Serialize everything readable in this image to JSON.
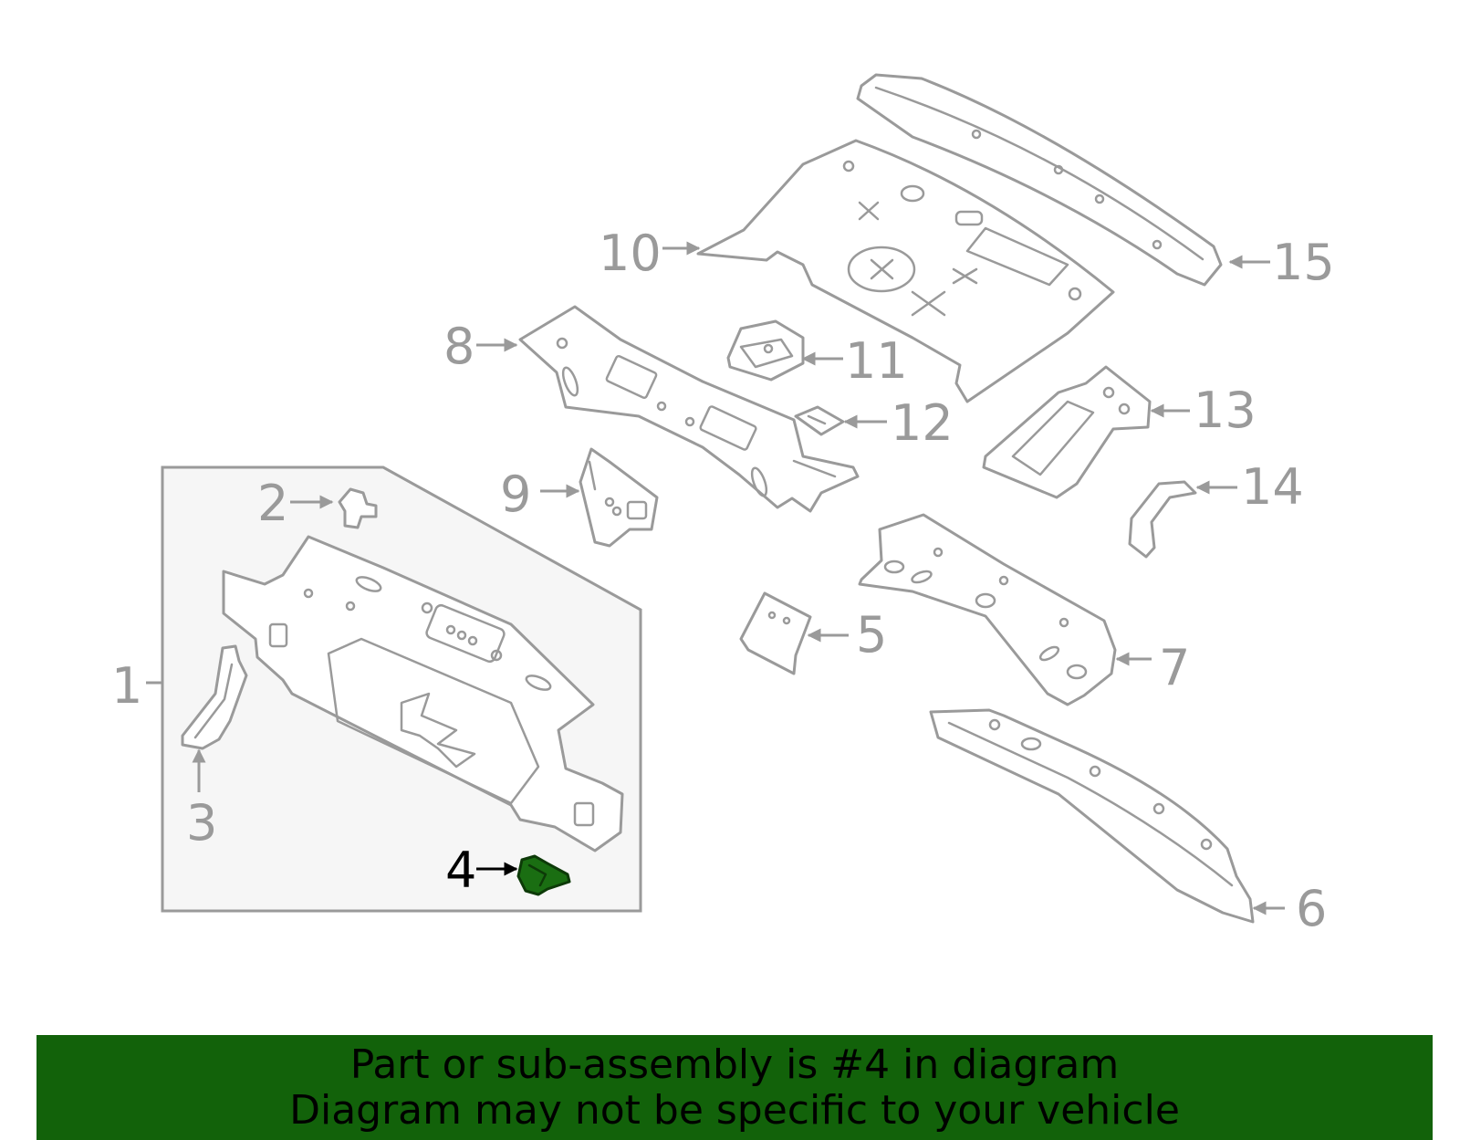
{
  "callouts": {
    "c1": "1",
    "c2": "2",
    "c3": "3",
    "c4": "4",
    "c5": "5",
    "c6": "6",
    "c7": "7",
    "c8": "8",
    "c9": "9",
    "c10": "10",
    "c11": "11",
    "c12": "12",
    "c13": "13",
    "c14": "14",
    "c15": "15"
  },
  "highlighted_part": "4",
  "colors": {
    "highlight_fill": "#1a6e12",
    "banner_background": "#12620a",
    "line_gray": "#9a9a9a",
    "group_box_fill": "#f6f6f6"
  },
  "footer": {
    "line1": "Part or sub-assembly is #4 in diagram",
    "line2": "Diagram may not be specific to your vehicle"
  }
}
